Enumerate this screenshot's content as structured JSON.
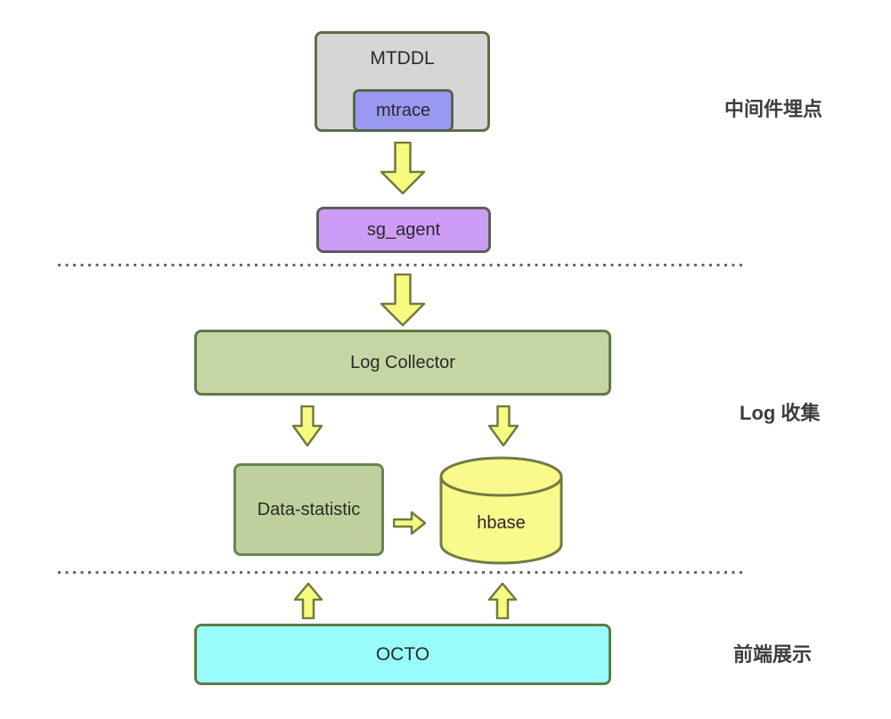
{
  "diagram": {
    "nodes": {
      "mtddl": {
        "label": "MTDDL",
        "fill": "#d6d6d6",
        "border": "#5d6e48"
      },
      "mtrace": {
        "label": "mtrace",
        "fill": "#9a99f2",
        "border": "#56664a"
      },
      "sg_agent": {
        "label": "sg_agent",
        "fill": "#cd9df5",
        "border": "#5d5d60"
      },
      "log_collector": {
        "label": "Log Collector",
        "fill": "#c5d6a4",
        "border": "#5e7a49"
      },
      "data_statistic": {
        "label": "Data-statistic",
        "fill": "#bed19c",
        "border": "#67874e"
      },
      "hbase": {
        "label": "hbase",
        "fill": "#f9fa8b",
        "border": "#6f7c44"
      },
      "octo": {
        "label": "OCTO",
        "fill": "#99fcfc",
        "border": "#5e7a49"
      }
    },
    "section_labels": {
      "middleware": "中间件埋点",
      "log_collection": "Log 收集",
      "frontend": "前端展示"
    },
    "arrow": {
      "fill": "#f6fa7f",
      "stroke": "#72793f"
    },
    "divider_color": "#666666",
    "text_color": "#2a2a2a"
  }
}
